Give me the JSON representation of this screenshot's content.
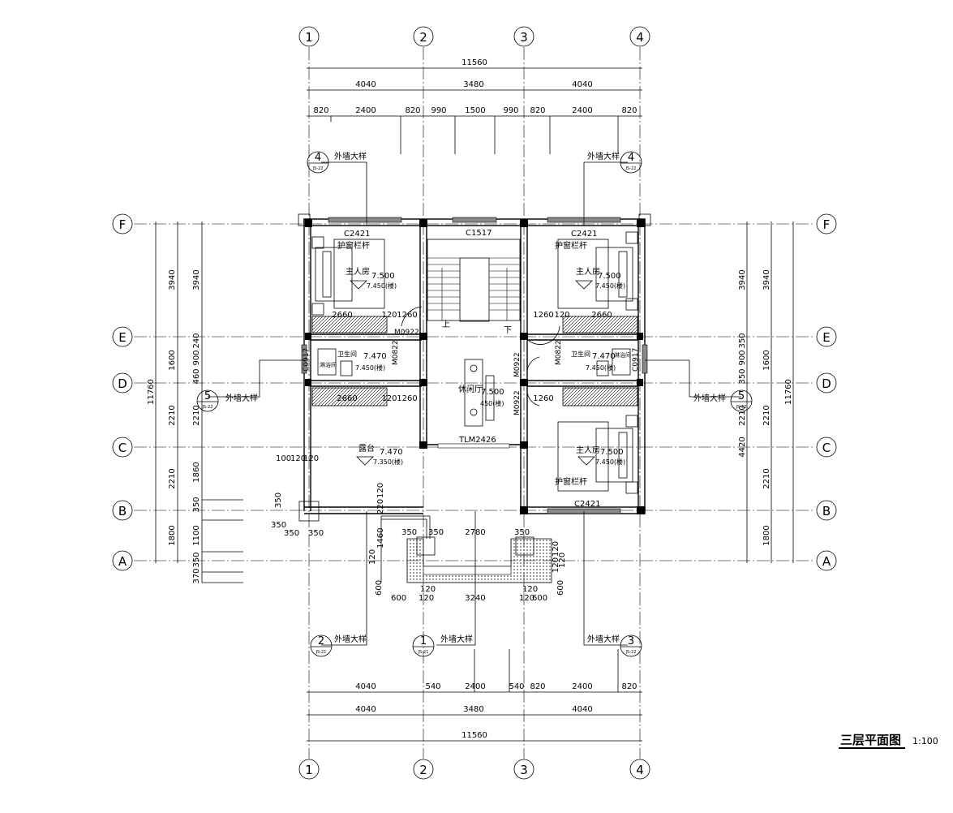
{
  "drawing": {
    "title": "三层平面图",
    "scale": "1:100"
  },
  "axes": {
    "vertical": [
      "1",
      "2",
      "3",
      "4"
    ],
    "horizontal": [
      "F",
      "E",
      "D",
      "C",
      "B",
      "A"
    ]
  },
  "dims": {
    "top_total": "11560",
    "top_mid": [
      "4040",
      "3480",
      "4040"
    ],
    "top_detail": [
      "820",
      "2400",
      "820",
      "990",
      "1500",
      "990",
      "820",
      "2400",
      "820"
    ],
    "bottom_detail": [
      "4040",
      "540",
      "2400",
      "540",
      "820",
      "2400",
      "820"
    ],
    "bottom_mid": [
      "4040",
      "3480",
      "4040"
    ],
    "bottom_total": "11560",
    "left_total": "11760",
    "left_outer": [
      "3940",
      "1600",
      "2210",
      "2210",
      "1800"
    ],
    "left_inner": [
      "3940",
      "240",
      "900",
      "460",
      "2210",
      "1860",
      "350",
      "1100",
      "350",
      "370"
    ],
    "right_total": "11760",
    "right_outer": [
      "3940",
      "1600",
      "2210",
      "2210",
      "1800"
    ],
    "right_inner": [
      "3940",
      "350",
      "900",
      "350",
      "2210",
      "4420"
    ],
    "terrace": [
      "100",
      "120",
      "120",
      "120",
      "220",
      "350",
      "350",
      "350",
      "350",
      "350",
      "2780",
      "350",
      "350",
      "1460",
      "120",
      "120",
      "600",
      "120",
      "120",
      "600",
      "120",
      "3240",
      "120",
      "600",
      "600",
      "120",
      "120"
    ],
    "interior": [
      "2660",
      "120",
      "1260",
      "1260",
      "120",
      "2660",
      "2660",
      "120",
      "1260",
      "1260"
    ]
  },
  "labels": {
    "detail": "外墙大样",
    "ref_js22": "JS-22",
    "ref_js21": "JS-21",
    "guard": "护窗栏杆",
    "master": "主人房",
    "bath": "卫生间",
    "shower": "淋浴间",
    "lounge": "休闲厅",
    "terrace": "露台",
    "up": "上",
    "down": "下",
    "w_c2421": "C2421",
    "w_c1517": "C1517",
    "w_tlm2426": "TLM2426",
    "w_c0917": "C0917",
    "d_m0922": "M0922",
    "d_m0822": "M0822",
    "lv_7500": "7.500",
    "lv_7450": "7.450(楼)",
    "lv_7470": "7.470",
    "lv_7450b": "7.450(楼)",
    "lv_7350": "7.350(楼)",
    "lv_450": "450(楼)"
  },
  "bubbles": {
    "n4": "4",
    "n5": "5",
    "n2": "2",
    "n1": "1",
    "n3": "3"
  }
}
